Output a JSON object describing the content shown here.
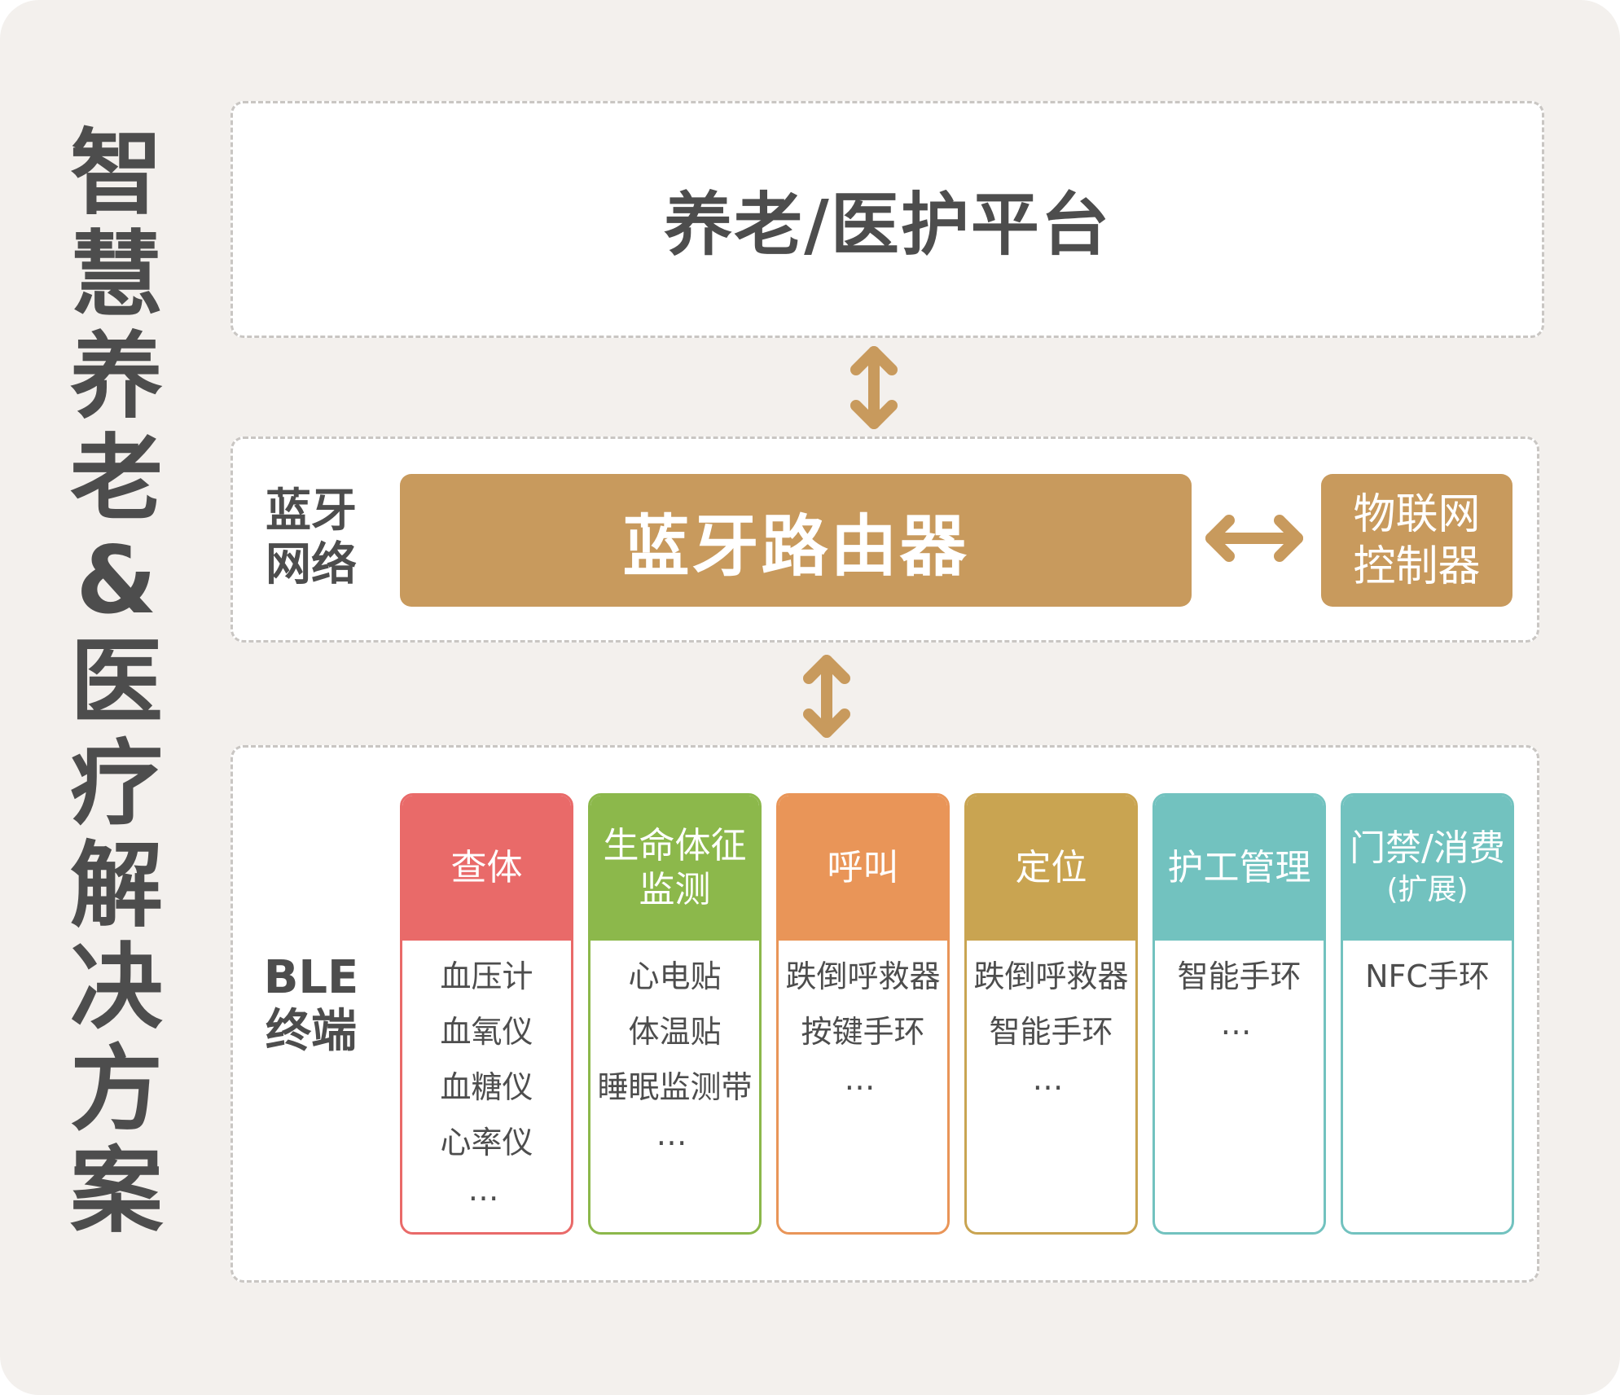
{
  "side_title": [
    "智",
    "慧",
    "养",
    "老",
    "&",
    "医",
    "疗",
    "解",
    "决",
    "方",
    "案"
  ],
  "platform": {
    "title": "养老/医护平台"
  },
  "network": {
    "label": [
      "蓝牙",
      "网络"
    ],
    "router": "蓝牙路由器",
    "controller": [
      "物联网",
      "控制器"
    ]
  },
  "terminal": {
    "label": [
      "BLE",
      "终端"
    ],
    "cards": [
      {
        "title": [
          "查体"
        ],
        "sub": "",
        "color": "#e96a69",
        "items": [
          "血压计",
          "血氧仪",
          "血糖仪",
          "心率仪"
        ],
        "more": "…"
      },
      {
        "title": [
          "生命体征",
          "监测"
        ],
        "sub": "",
        "color": "#8cb84b",
        "items": [
          "心电贴",
          "体温贴",
          "睡眠监测带"
        ],
        "more": "…"
      },
      {
        "title": [
          "呼叫"
        ],
        "sub": "",
        "color": "#e99558",
        "items": [
          "跌倒呼救器",
          "按键手环"
        ],
        "more": "…"
      },
      {
        "title": [
          "定位"
        ],
        "sub": "",
        "color": "#c9a451",
        "items": [
          "跌倒呼救器",
          "智能手环"
        ],
        "more": "…"
      },
      {
        "title": [
          "护工管理"
        ],
        "sub": "",
        "color": "#72c2bf",
        "items": [
          "智能手环"
        ],
        "more": "…"
      },
      {
        "title": [
          "门禁/消费"
        ],
        "sub": "(扩展)",
        "color": "#72c2bf",
        "items": [
          "NFC手环"
        ],
        "more": ""
      }
    ]
  },
  "colors": {
    "accent": "#c89a5d",
    "background": "#f3f0ed",
    "text": "#4d4d4d"
  },
  "icons": [
    "up-down-arrow-icon",
    "left-right-arrow-icon",
    "up-down-arrow-icon"
  ]
}
